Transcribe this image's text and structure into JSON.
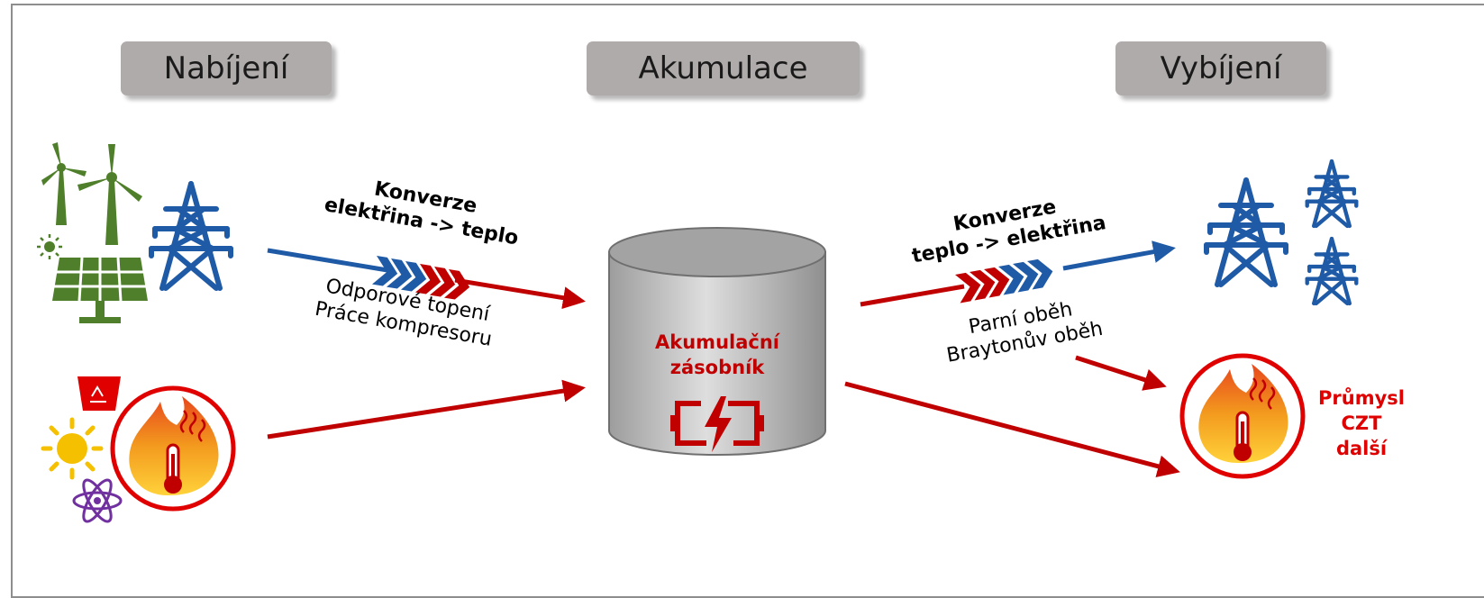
{
  "headers": {
    "charging": "Nabíjení",
    "accumulation": "Akumulace",
    "discharging": "Vybíjení"
  },
  "charge_conversion": {
    "title_line1": "Konverze",
    "title_line2": "elektřina -> teplo",
    "method1": "Odporové topení",
    "method2": "Práce kompresoru"
  },
  "discharge_conversion": {
    "title_line1": "Konverze",
    "title_line2": "teplo -> elektřina",
    "method1": "Parní oběh",
    "method2": "Braytonův oběh"
  },
  "storage": {
    "label_line1": "Akumulační",
    "label_line2": "zásobník"
  },
  "heat_consumers": {
    "line1": "Průmysl",
    "line2": "CZT",
    "line3": "další"
  },
  "icons": [
    "wind-turbine-icon",
    "solar-panel-icon",
    "sun-icon",
    "power-pylon-icon",
    "recycle-bin-icon",
    "atom-icon",
    "flame-thermometer-icon",
    "battery-icon"
  ],
  "colors": {
    "electric": "#1f5aa6",
    "heat": "#c00000",
    "green": "#4f7f2a",
    "header_bg": "#b0abab",
    "sun": "#f5c000",
    "atom": "#7030a0"
  }
}
